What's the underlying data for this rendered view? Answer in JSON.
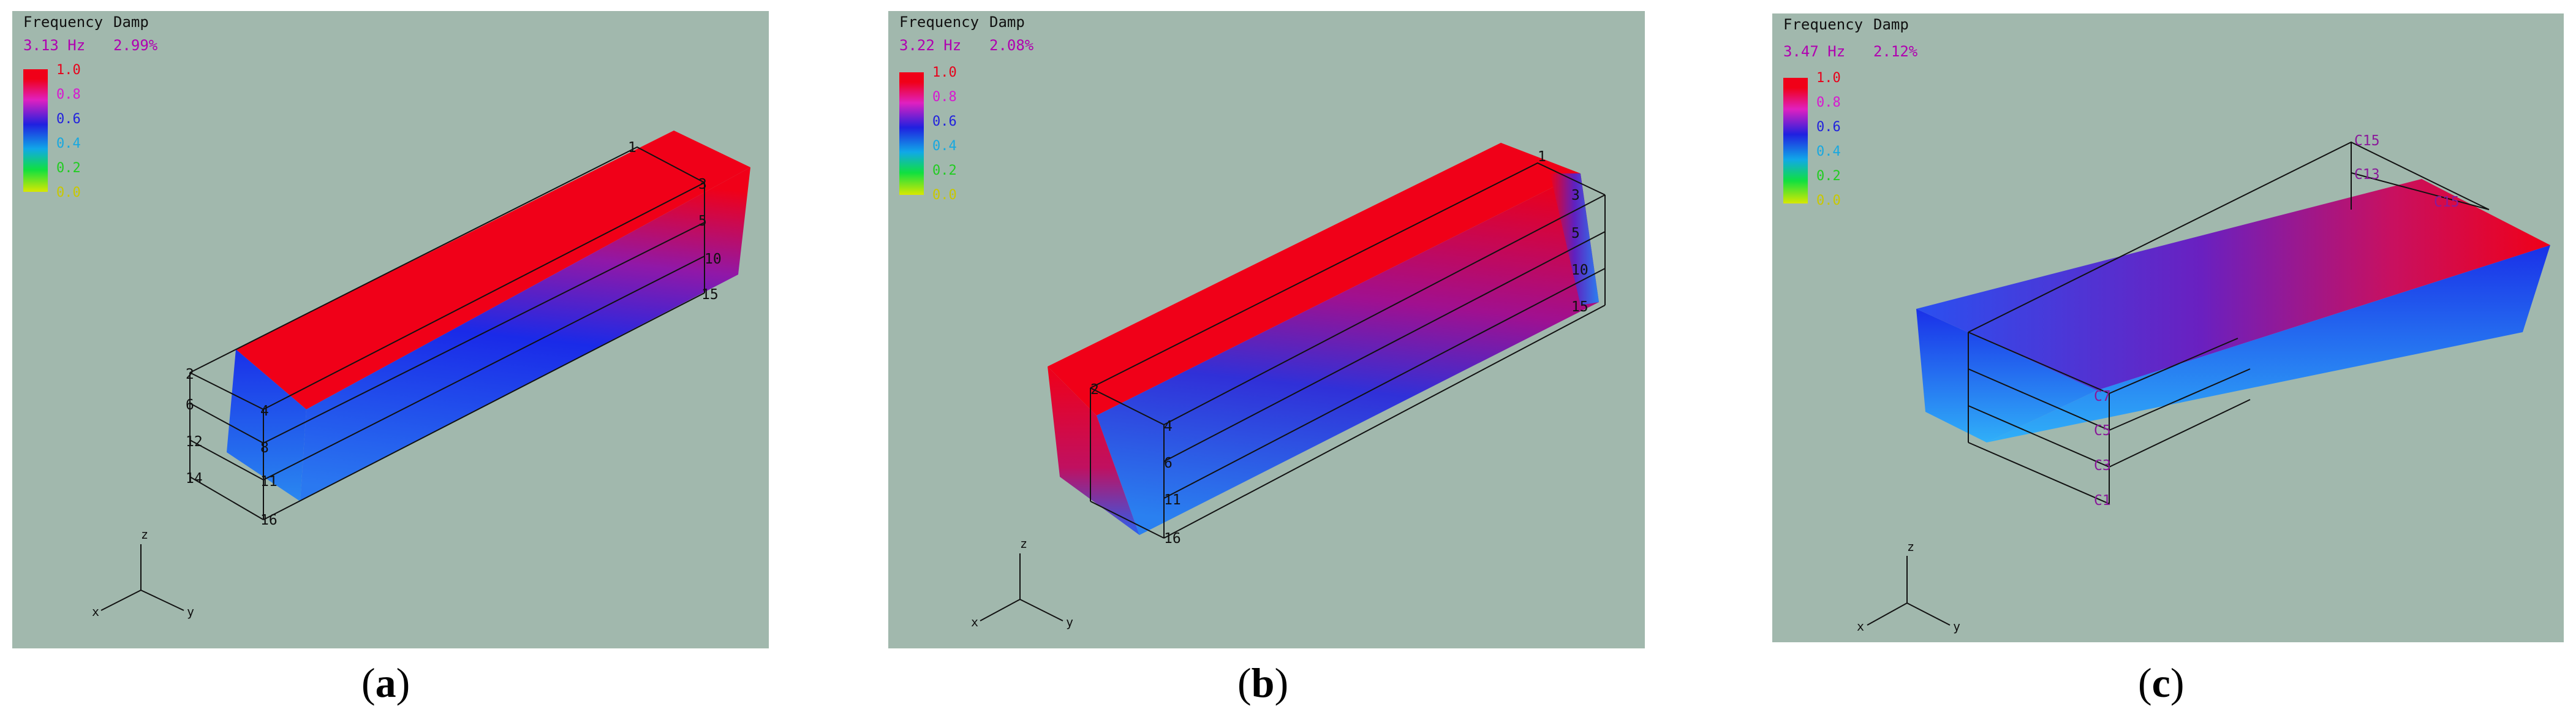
{
  "panels": [
    {
      "id": "a",
      "caption": "a",
      "frequency_header": "Frequency",
      "damp_header": "Damp",
      "frequency": "3.13 Hz",
      "damp": "2.99%",
      "legend": [
        "1.0",
        "0.8",
        "0.6",
        "0.4",
        "0.2",
        "0.0"
      ],
      "nodes": [
        "1",
        "3",
        "5",
        "10",
        "15",
        "2",
        "4",
        "6",
        "8",
        "12",
        "11",
        "14",
        "16"
      ],
      "axes": [
        "z",
        "x",
        "y"
      ]
    },
    {
      "id": "b",
      "caption": "b",
      "frequency_header": "Frequency",
      "damp_header": "Damp",
      "frequency": "3.22 Hz",
      "damp": "2.08%",
      "legend": [
        "1.0",
        "0.8",
        "0.6",
        "0.4",
        "0.2",
        "0.0"
      ],
      "nodes": [
        "1",
        "3",
        "5",
        "10",
        "15",
        "2",
        "4",
        "6",
        "11",
        "16"
      ],
      "axes": [
        "z",
        "x",
        "y"
      ]
    },
    {
      "id": "c",
      "caption": "c",
      "frequency_header": "Frequency",
      "damp_header": "Damp",
      "frequency": "3.47 Hz",
      "damp": "2.12%",
      "legend": [
        "1.0",
        "0.8",
        "0.6",
        "0.4",
        "0.2",
        "0.0"
      ],
      "nodes": [
        "C15",
        "C13",
        "C15",
        "C7",
        "C5",
        "C3",
        "C1"
      ],
      "axes": [
        "z",
        "x",
        "y"
      ]
    }
  ],
  "colors": {
    "background": "#a1b8ad",
    "legend_label_colors": [
      "#e8001a",
      "#d818d0",
      "#2222dd",
      "#18a8e0",
      "#22cc22",
      "#c8c800"
    ],
    "header_value_color": "#b000b0"
  }
}
